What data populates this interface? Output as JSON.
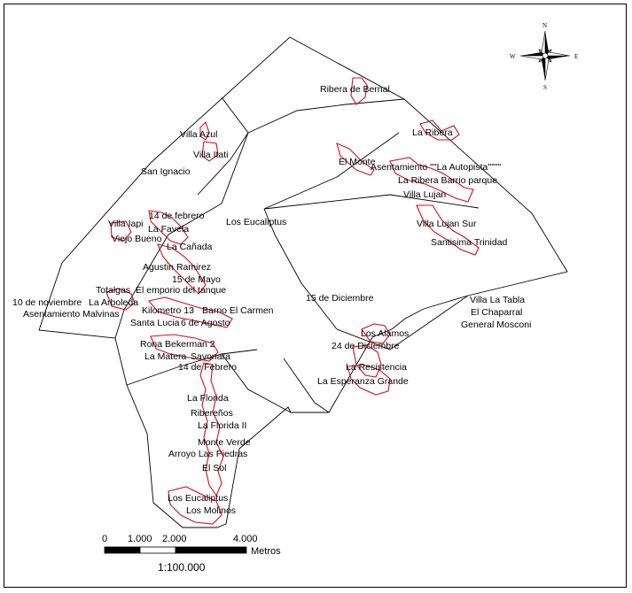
{
  "map": {
    "labels": [
      {
        "id": "ribera-de-bernal",
        "text": "Ribera de Bernal"
      },
      {
        "id": "villa-azul",
        "text": "Villa Azul"
      },
      {
        "id": "villa-itati",
        "text": "Villa Itati"
      },
      {
        "id": "san-ignacio",
        "text": "San Ignacio"
      },
      {
        "id": "la-ribera",
        "text": "La Ribera"
      },
      {
        "id": "el-monte",
        "text": "El Monte"
      },
      {
        "id": "asentamiento-autopista",
        "text": "Asentamiento \"\"La Autopista\"\"\"\""
      },
      {
        "id": "la-ribera-barrio-parque",
        "text": "La Ribera Barrio parque"
      },
      {
        "id": "villa-lujan",
        "text": "Villa Lujan"
      },
      {
        "id": "14-de-febrero-a",
        "text": "14 de febrero"
      },
      {
        "id": "los-eucaliptus-a",
        "text": "Los Eucaliptus"
      },
      {
        "id": "villa-iapi",
        "text": "Villa Iapi"
      },
      {
        "id": "la-favela",
        "text": "La Favela"
      },
      {
        "id": "viejo-bueno",
        "text": "Viejo Bueno"
      },
      {
        "id": "villa-lujan-sur",
        "text": "Villa Lujan Sur"
      },
      {
        "id": "la-canada",
        "text": "La Cañada"
      },
      {
        "id": "santisima-trinidad",
        "text": "Santisima Trinidad"
      },
      {
        "id": "agustin-ramirez",
        "text": "Agustin Ramirez"
      },
      {
        "id": "15-de-mayo",
        "text": "15 de Mayo"
      },
      {
        "id": "totalgas",
        "text": "Totalgas"
      },
      {
        "id": "el-emporio",
        "text": "El emporio del tanque"
      },
      {
        "id": "15-de-diciembre",
        "text": "15 de Diciembre"
      },
      {
        "id": "10-de-noviembre",
        "text": "10 de noviembre"
      },
      {
        "id": "la-arboleda",
        "text": "La Arboleda"
      },
      {
        "id": "villa-la-tabla",
        "text": "Villa La Tabla"
      },
      {
        "id": "asentamiento-malvinas",
        "text": "Asentamiento Malvinas"
      },
      {
        "id": "kilometro-13",
        "text": "Kilometro 13"
      },
      {
        "id": "barrio-el-carmen",
        "text": "Barrio El Carmen"
      },
      {
        "id": "el-chaparral",
        "text": "El Chaparral"
      },
      {
        "id": "santa-lucia",
        "text": "Santa Lucia"
      },
      {
        "id": "6-de-agosto",
        "text": "6 de Agosto"
      },
      {
        "id": "general-mosconi",
        "text": "General Mosconi"
      },
      {
        "id": "los-alamos",
        "text": "Los Alamos"
      },
      {
        "id": "rona-bekerman",
        "text": "Rona Bekerman 2"
      },
      {
        "id": "24-de-diciembre",
        "text": "24 de Diciembre"
      },
      {
        "id": "la-matera",
        "text": "La Matera"
      },
      {
        "id": "savonara",
        "text": "Savonara"
      },
      {
        "id": "14-de-febrero-b",
        "text": "14 de Febrero"
      },
      {
        "id": "la-resistencia",
        "text": "La Resistencia"
      },
      {
        "id": "la-esperanza-grande",
        "text": "La Esperanza Grande"
      },
      {
        "id": "la-florida",
        "text": "La Florida"
      },
      {
        "id": "riberenos",
        "text": "Ribereños"
      },
      {
        "id": "la-florida-ii",
        "text": "La Florida II"
      },
      {
        "id": "monte-verde",
        "text": "Monte Verde"
      },
      {
        "id": "arroyo-las-piedras",
        "text": "Arroyo Las Piedras"
      },
      {
        "id": "el-sol",
        "text": "El Sol"
      },
      {
        "id": "los-eucaliptus-b",
        "text": "Los Eucaliptus"
      },
      {
        "id": "los-molinos",
        "text": "Los Molinos"
      }
    ],
    "compass": {
      "n": "N",
      "s": "S",
      "e": "E",
      "w": "W"
    },
    "scale_bar": {
      "ticks": [
        "0",
        "1.000",
        "2.000",
        "4.000"
      ],
      "unit": "Metros",
      "ratio": "1:100.000"
    },
    "colors": {
      "settlement_outline": "#d0101a",
      "boundary": "#000000"
    }
  }
}
